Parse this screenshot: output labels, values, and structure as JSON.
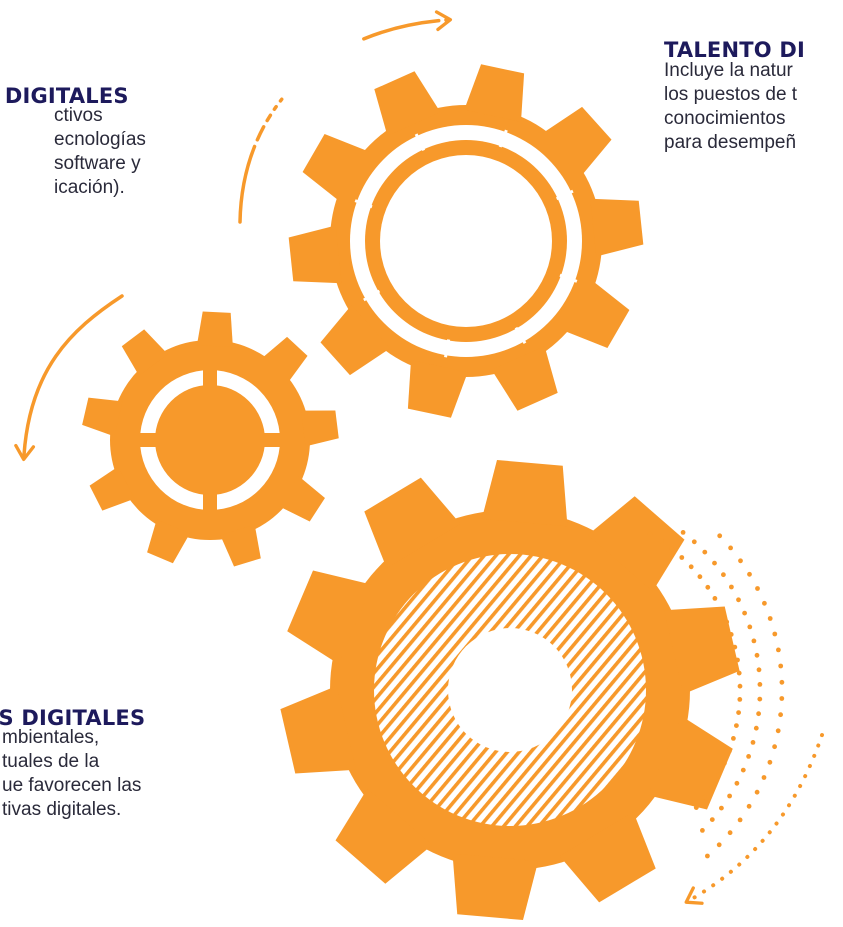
{
  "colors": {
    "gear": "#f7992b",
    "heading": "#1d1a5c",
    "body_text": "#2a2a3a",
    "background": "#ffffff"
  },
  "labels": {
    "digital_assets": {
      "title": "S DIGITALES",
      "desc": "ctivos\necnologías\n software y\nicación)."
    },
    "digital_talent": {
      "title": "TALENTO DI",
      "desc": "Incluye la natur\nlos puestos de t\nconocimientos\npara desempeñ"
    },
    "digital_conditions": {
      "title": "ES DIGITALES",
      "desc": "mbientales,\ntuales de la\nue favorecen las\ntivas digitales."
    }
  }
}
